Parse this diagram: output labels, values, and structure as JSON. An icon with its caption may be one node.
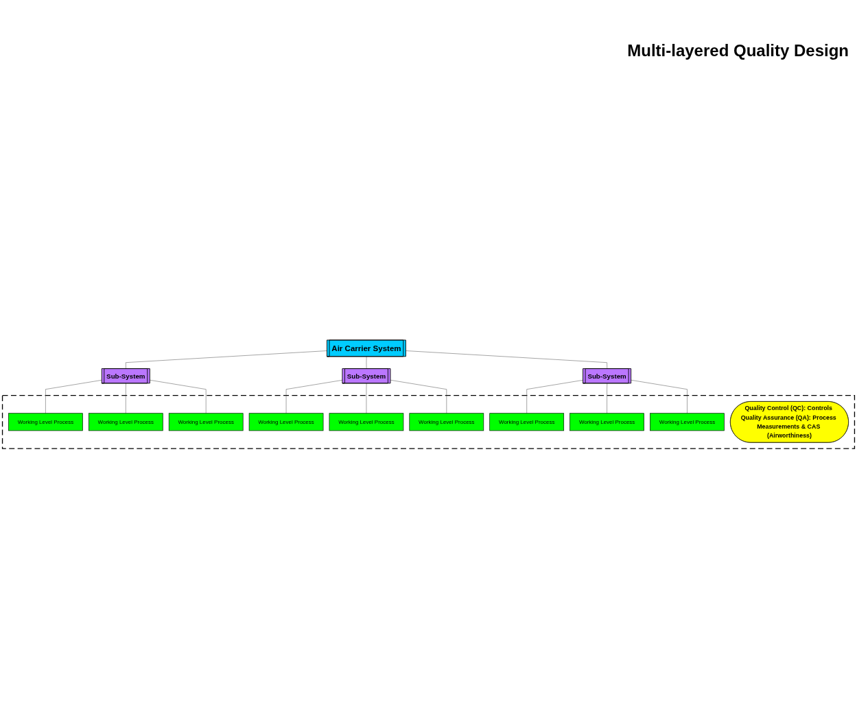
{
  "diagram": {
    "title": "Multi-layered Quality Design",
    "nodes": [
      {
        "text": [
          "Air Carrier System"
        ]
      },
      {
        "text": [
          "Sub-System"
        ]
      },
      {
        "text": [
          "Sub-System"
        ]
      },
      {
        "text": [
          "Sub-System"
        ]
      },
      {
        "text": [],
        "shape": "box"
      },
      {
        "text": [
          "Working Level Process"
        ],
        "in": 4
      },
      {
        "text": [
          "Working Level Process"
        ],
        "in": 4
      },
      {
        "text": [
          "Working Level Process"
        ],
        "in": 4
      },
      {
        "text": [
          "Working Level Process"
        ],
        "in": 4
      },
      {
        "text": [
          "Working Level Process"
        ],
        "in": 4
      },
      {
        "text": [
          "Working Level Process"
        ],
        "in": 4
      },
      {
        "text": [
          "Working Level Process"
        ],
        "in": 4
      },
      {
        "text": [
          "Working Level Process"
        ],
        "in": 4
      },
      {
        "text": [
          "Working Level Process"
        ],
        "in": 4
      },
      {
        "text": [
          "Quality Control (QC): Controls Quality Assurance (QA): Process Measurements & CAS (Airworthiness)"
        ],
        "in": 4
      }
    ],
    "edges": [
      {
        "from": 0,
        "to": 1,
        "arrow": "none"
      },
      {
        "from": 0,
        "to": 2,
        "arrow": "none"
      },
      {
        "from": 0,
        "to": 3,
        "arrow": "none"
      },
      {
        "from": 1,
        "to": 5,
        "arrow": "none"
      },
      {
        "from": 1,
        "to": 8,
        "arrow": "none"
      },
      {
        "from": 1,
        "to": 11,
        "arrow": "none"
      },
      {
        "from": 2,
        "to": 6,
        "arrow": "none"
      },
      {
        "from": 2,
        "to": 9,
        "arrow": "none"
      },
      {
        "from": 2,
        "to": 12,
        "arrow": "none"
      },
      {
        "from": 3,
        "to": 7,
        "arrow": "none"
      },
      {
        "from": 3,
        "to": 10,
        "arrow": "none"
      },
      {
        "from": 3,
        "to": 13,
        "arrow": "none"
      }
    ]
  }
}
